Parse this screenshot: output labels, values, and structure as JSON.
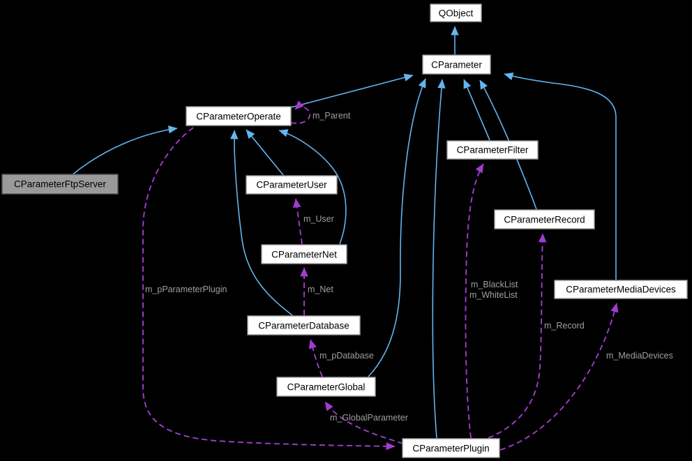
{
  "diagram": {
    "type": "class-collaboration-graph",
    "colors": {
      "background": "#000000",
      "inheritance_edge": "#63b5f0",
      "usage_edge": "#a23cd0",
      "node_fill": "#ffffff",
      "node_border": "#9a9a9a",
      "highlighted_node_fill": "#9a9a9a",
      "highlighted_node_border": "#555555",
      "edge_label_color": "#a0a0a0",
      "node_text_color": "#000000"
    },
    "nodes": [
      {
        "label": "QObject",
        "highlighted": false
      },
      {
        "label": "CParameter",
        "highlighted": false
      },
      {
        "label": "CParameterOperate",
        "highlighted": false
      },
      {
        "label": "CParameterFilter",
        "highlighted": false
      },
      {
        "label": "CParameterFtpServer",
        "highlighted": true
      },
      {
        "label": "CParameterUser",
        "highlighted": false
      },
      {
        "label": "CParameterRecord",
        "highlighted": false
      },
      {
        "label": "CParameterNet",
        "highlighted": false
      },
      {
        "label": "CParameterMediaDevices",
        "highlighted": false
      },
      {
        "label": "CParameterDatabase",
        "highlighted": false
      },
      {
        "label": "CParameterGlobal",
        "highlighted": false
      },
      {
        "label": "CParameterPlugin",
        "highlighted": false
      }
    ],
    "edge_labels": [
      {
        "text": "m_Parent"
      },
      {
        "text": "m_User"
      },
      {
        "text": "m_Net"
      },
      {
        "text": "m_pParameterPlugin"
      },
      {
        "text": "m_pDatabase"
      },
      {
        "text": "m_GlobalParameter"
      },
      {
        "text": "m_BlackList"
      },
      {
        "text": "m_WhiteList"
      },
      {
        "text": "m_Record"
      },
      {
        "text": "m_MediaDevices"
      }
    ]
  }
}
